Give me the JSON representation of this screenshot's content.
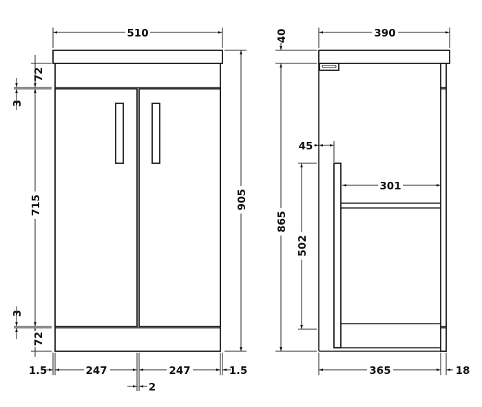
{
  "front_view": {
    "overall_width": "510",
    "overall_height": "905",
    "top_rail_height": "72",
    "gap_top": "3",
    "door_height": "715",
    "gap_bottom": "3",
    "plinth_height": "72",
    "side_left": "1.5",
    "door_left_width": "247",
    "door_right_width": "247",
    "side_right": "1.5",
    "door_gap": "2"
  },
  "side_view": {
    "worktop_thickness": "40",
    "overall_depth": "390",
    "carcass_height": "865",
    "inset": "45",
    "shelf_depth": "301",
    "inner_height": "502",
    "carcass_depth": "365",
    "door_thickness": "18"
  }
}
